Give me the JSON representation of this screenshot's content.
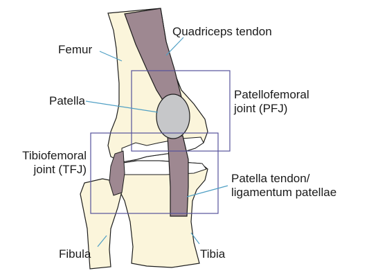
{
  "labels": {
    "femur": "Femur",
    "quadriceps_tendon": "Quadriceps tendon",
    "patella": "Patella",
    "patellofemoral_joint": [
      "Patellofemoral",
      "joint (PFJ)"
    ],
    "tibiofemoral_joint": [
      "Tibiofemoral",
      "joint (TFJ)"
    ],
    "patella_tendon": [
      "Patella tendon/",
      "ligamentum patellae"
    ],
    "fibula": "Fibula",
    "tibia": "Tibia"
  },
  "colors": {
    "bone_fill": "#fbf5db",
    "tendon_fill": "#9e8891",
    "patella_fill": "#c6c7c9",
    "leader_line": "#4f9fc4",
    "joint_box": "#55529b",
    "outline": "#1c1c1c"
  }
}
